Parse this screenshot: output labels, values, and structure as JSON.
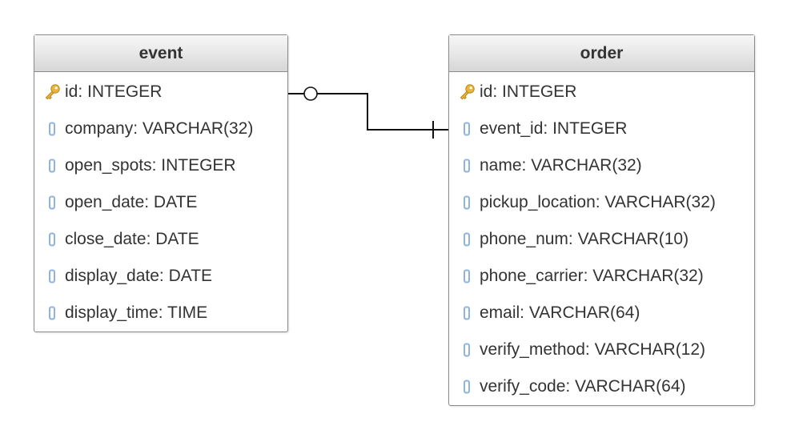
{
  "entities": {
    "event": {
      "name": "event",
      "attributes": [
        {
          "icon": "key-icon",
          "label": "id: INTEGER"
        },
        {
          "icon": "column-icon",
          "label": "company: VARCHAR(32)"
        },
        {
          "icon": "column-icon",
          "label": "open_spots: INTEGER"
        },
        {
          "icon": "column-icon",
          "label": "open_date: DATE"
        },
        {
          "icon": "column-icon",
          "label": "close_date: DATE"
        },
        {
          "icon": "column-icon",
          "label": "display_date: DATE"
        },
        {
          "icon": "column-icon",
          "label": "display_time: TIME"
        }
      ]
    },
    "order": {
      "name": "order",
      "attributes": [
        {
          "icon": "key-icon",
          "label": "id: INTEGER"
        },
        {
          "icon": "column-icon",
          "label": "event_id: INTEGER"
        },
        {
          "icon": "column-icon",
          "label": "name: VARCHAR(32)"
        },
        {
          "icon": "column-icon",
          "label": "pickup_location: VARCHAR(32)"
        },
        {
          "icon": "column-icon",
          "label": "phone_num: VARCHAR(10)"
        },
        {
          "icon": "column-icon",
          "label": "phone_carrier: VARCHAR(32)"
        },
        {
          "icon": "column-icon",
          "label": "email: VARCHAR(64)"
        },
        {
          "icon": "column-icon",
          "label": "verify_method: VARCHAR(12)"
        },
        {
          "icon": "column-icon",
          "label": "verify_code: VARCHAR(64)"
        }
      ]
    }
  },
  "relationships": [
    {
      "from": "event.id",
      "to": "order.event_id",
      "from_end": "zero",
      "to_end": "one"
    }
  ],
  "colors": {
    "key_icon": "#e9b53a",
    "column_icon": "#8fb4e0",
    "border": "#8a8a8a",
    "text": "#333333",
    "line": "#111111"
  }
}
